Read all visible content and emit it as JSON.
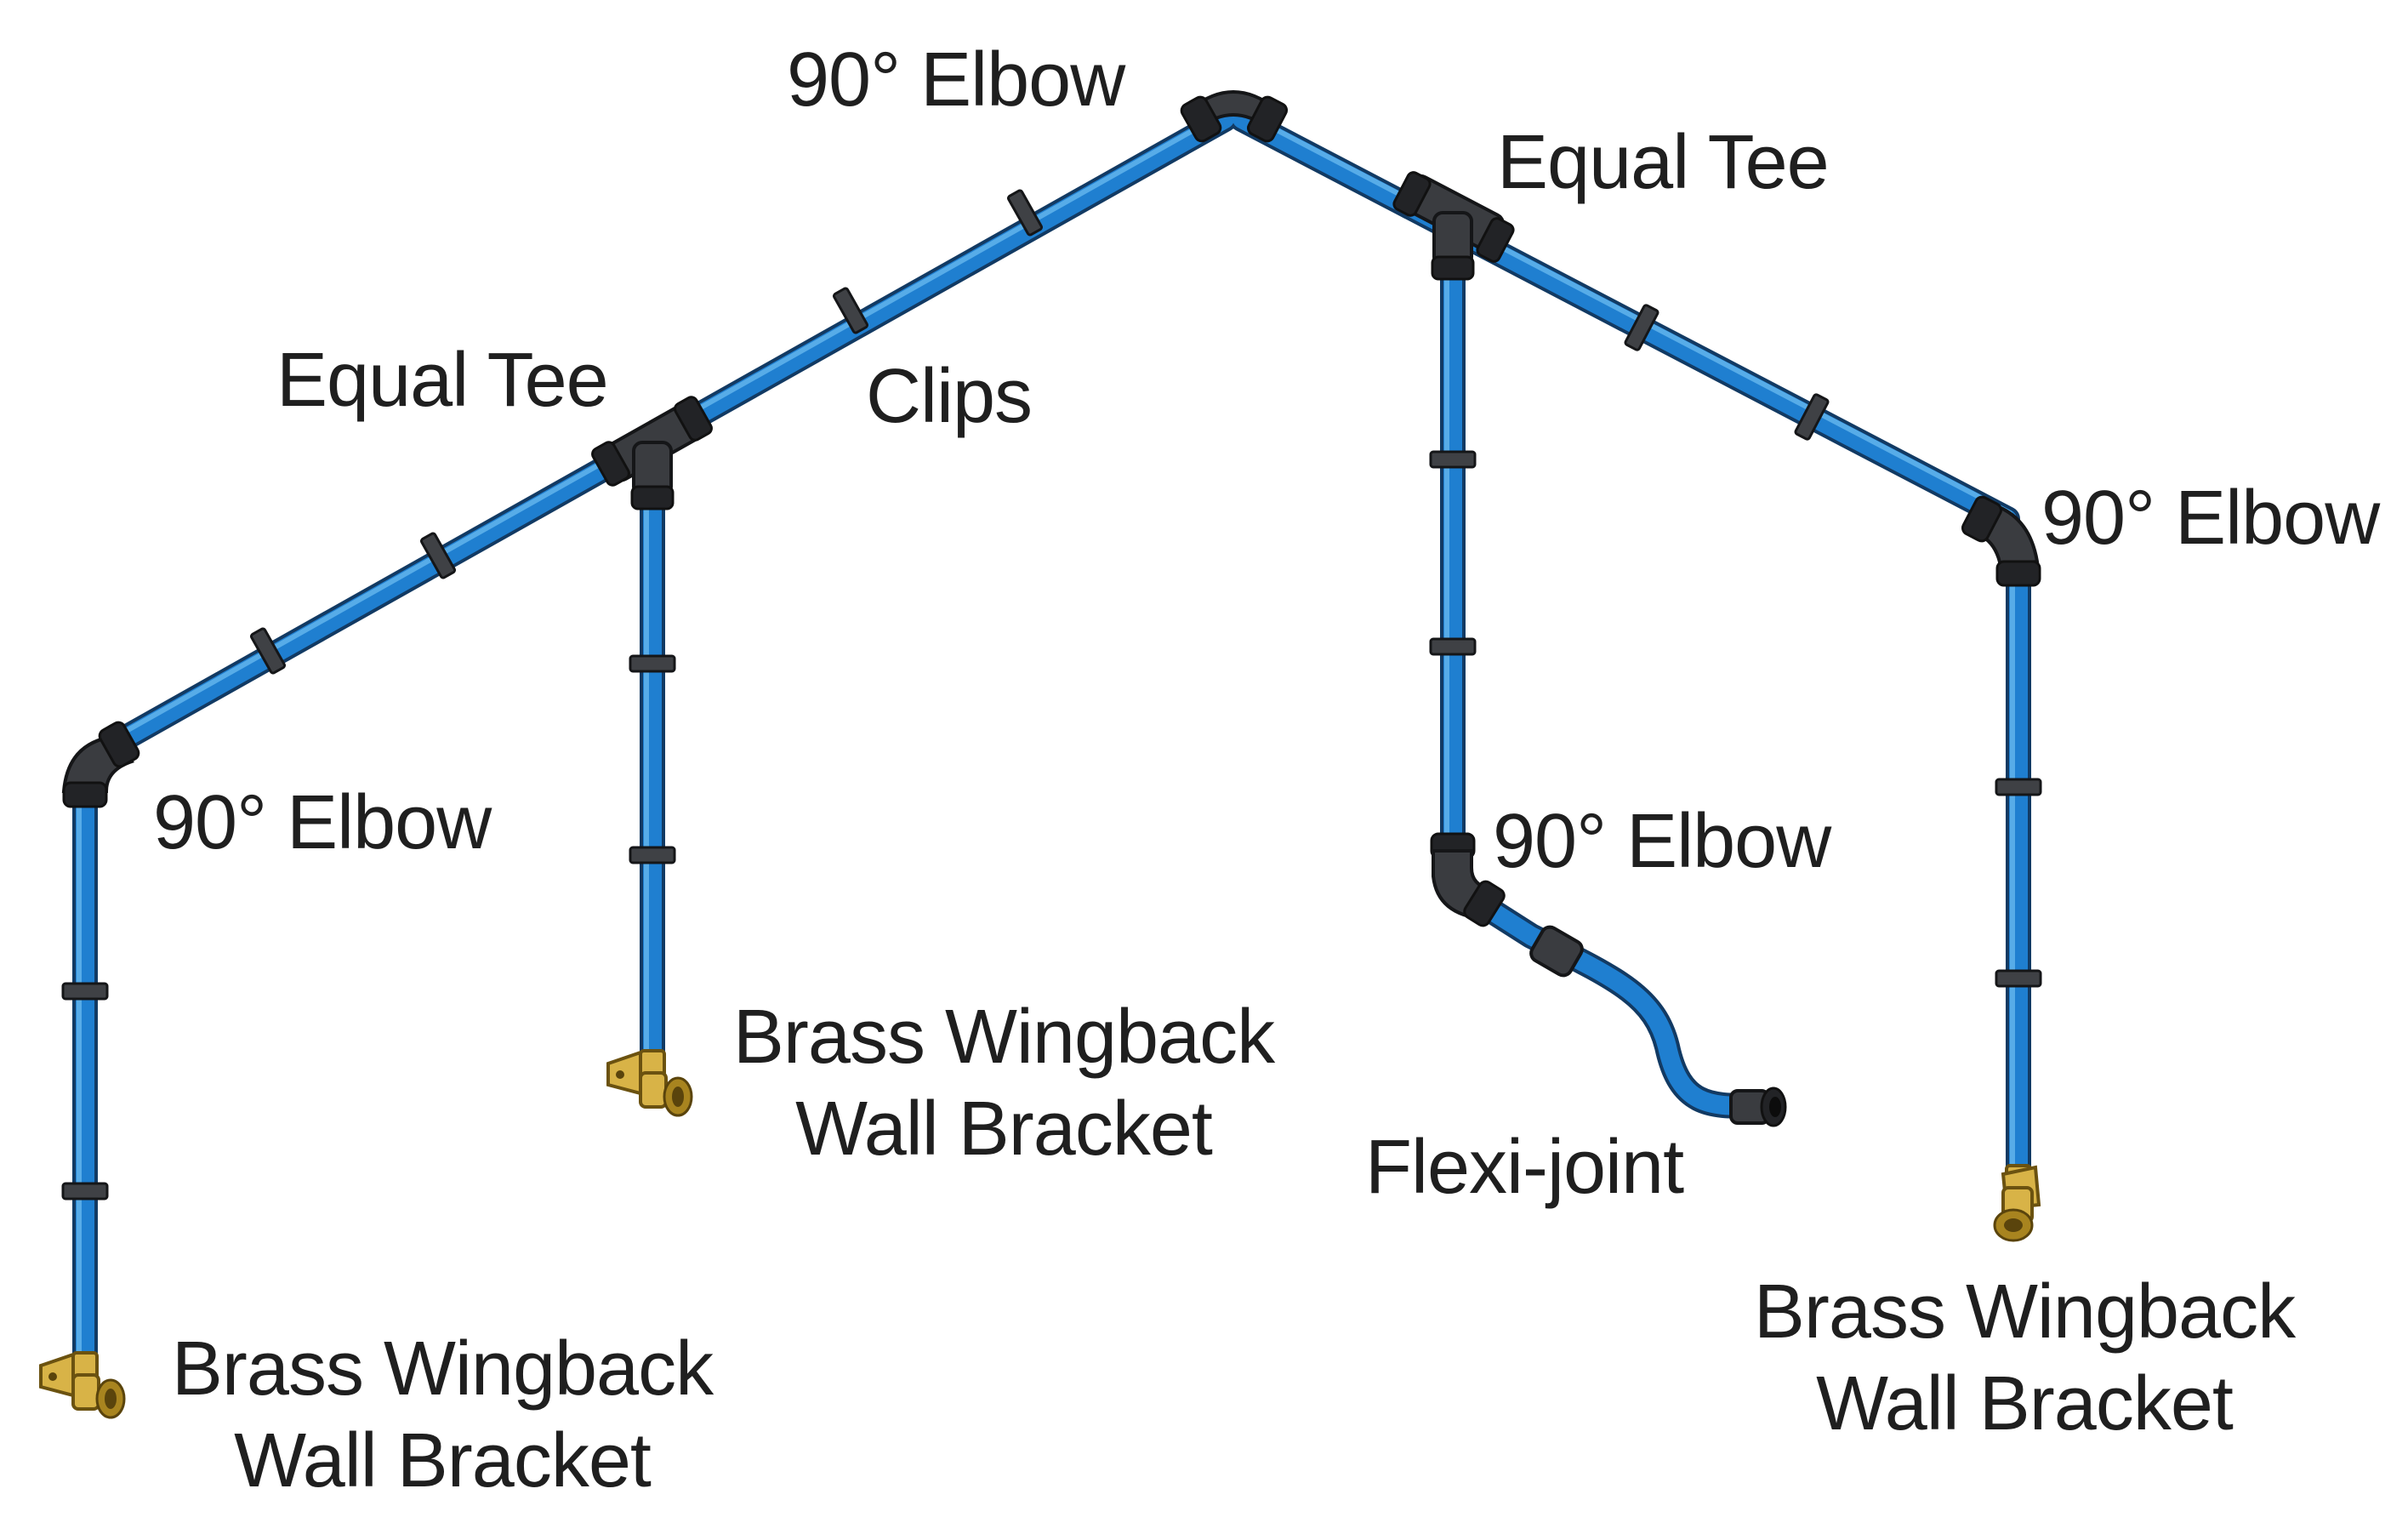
{
  "labels": {
    "elbow_top": "90° Elbow",
    "tee_right": "Equal Tee",
    "tee_left": "Equal Tee",
    "clips": "Clips",
    "elbow_right": "90° Elbow",
    "elbow_left": "90° Elbow",
    "elbow_flexi": "90° Elbow",
    "bracket_middle": {
      "line1": "Brass Wingback",
      "line2": "Wall Bracket"
    },
    "flexi_joint": "Flexi-joint",
    "bracket_right": {
      "line1": "Brass Wingback",
      "line2": "Wall Bracket"
    },
    "bracket_left": {
      "line1": "Brass Wingback",
      "line2": "Wall Bracket"
    }
  },
  "colors": {
    "pipe": "#1f7fd0",
    "pipe_outline": "#123a63",
    "fitting": "#3a3c40",
    "brass": "#d8b347",
    "text": "#1f1f1f"
  }
}
